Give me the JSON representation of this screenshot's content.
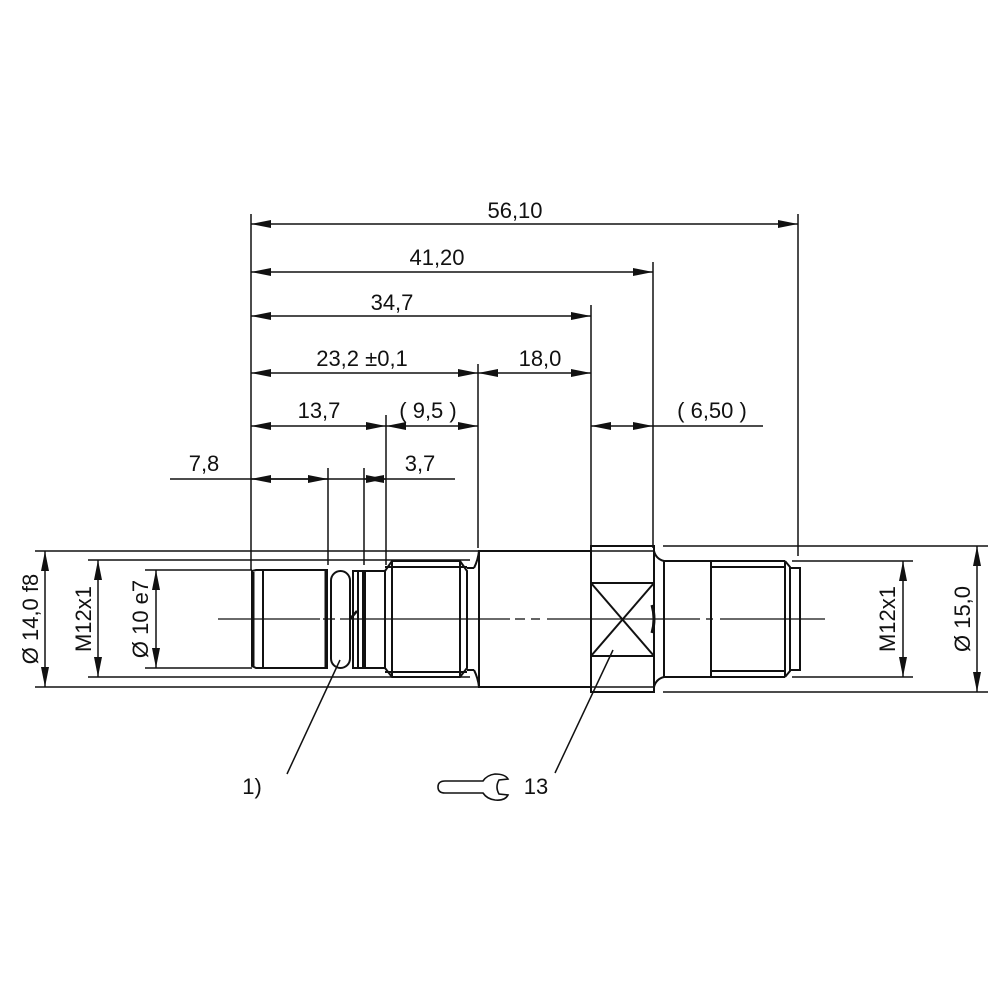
{
  "drawing": {
    "title": "M12 connector adapter dimensional drawing",
    "line_color": "#111111",
    "background": "#ffffff"
  },
  "dimensions": {
    "overall": "56,10",
    "to_hex_end": "41,20",
    "to_hex_start": "34,7",
    "to_cylinder": "23,2 ±0,1",
    "cylinder_length": "18,0",
    "to_thread": "13,7",
    "thread_length": "( 9,5 )",
    "hex_length": "( 6,50 )",
    "sleeve": "7,8",
    "groove": "3,7"
  },
  "diameters": {
    "left_outer": "Ø 14,0 f8",
    "left_thread": "M12x1",
    "left_inner": "Ø 10 e7",
    "right_thread": "M12x1",
    "right_outer": "Ø 15,0"
  },
  "callouts": {
    "note": "1)",
    "wrench_size": "13",
    "wrench_icon": "wrench-icon"
  }
}
